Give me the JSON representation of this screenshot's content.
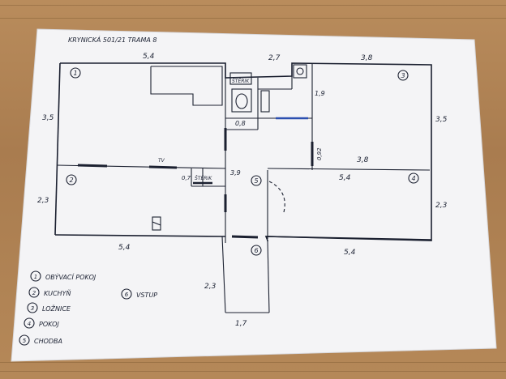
{
  "title": "KRYNICKÁ 501/21 TRAMA 8",
  "dimensions": {
    "top_left": "5,4",
    "top_mid": "2,7",
    "top_right": "3,8",
    "left_upper": "3,5",
    "left_lower": "2,3",
    "right_upper": "3,5",
    "right_lower": "2,3",
    "bottom_left": "5,4",
    "bottom_right": "5,4",
    "mid_bath": "1,9",
    "door_w": "0,8",
    "hall_h": "3,9",
    "mid_right": "3,8",
    "mid_right2": "5,4",
    "closet_w": "0,7",
    "blue_dim": "0,92",
    "entry_h": "2,3",
    "entry_w": "1,7"
  },
  "labels": {
    "tv": "TV",
    "sterik1": "ŠTĚRIK",
    "sterik2": "ŠTĚRIK"
  },
  "room_numbers": [
    "1",
    "2",
    "3",
    "4",
    "5",
    "6"
  ],
  "legend": [
    {
      "num": "1",
      "text": "OBÝVACÍ POKOJ"
    },
    {
      "num": "2",
      "text": "KUCHYŇ"
    },
    {
      "num": "3",
      "text": "LOŽNICE"
    },
    {
      "num": "4",
      "text": "POKOJ"
    },
    {
      "num": "5",
      "text": "CHODBA"
    },
    {
      "num": "6",
      "text": "VSTUP"
    }
  ]
}
